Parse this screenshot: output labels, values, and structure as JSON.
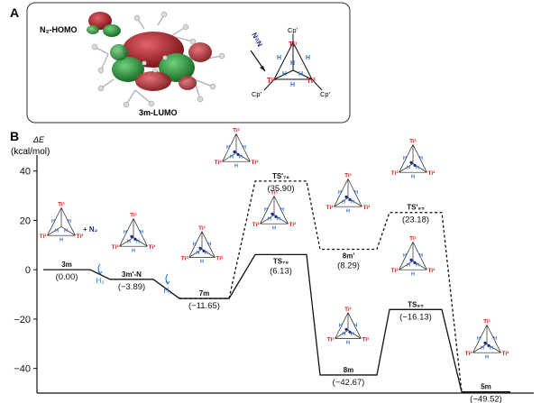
{
  "panel_a": {
    "letter": "A",
    "homo_label": "N₂-HOMO",
    "lumo_label": "3m-LUMO",
    "scheme": {
      "n2": "N≡N",
      "ti1": "Ti¹",
      "ti2": "Ti²",
      "cp": "Cp'",
      "h": "H"
    }
  },
  "panel_b": {
    "letter": "B",
    "y_unit_symbol": "ΔE",
    "y_unit": "(kcal/mol)"
  },
  "colors": {
    "ti": "#d2241a",
    "h": "#2a6fd0",
    "n": "#1b2d8c",
    "orbital_red": "#b3242b",
    "orbital_green": "#2f9e3f",
    "line": "#111111"
  },
  "chart_data": {
    "type": "line",
    "ylabel": "ΔE (kcal/mol)",
    "ylim": [
      -50,
      45
    ],
    "yticks": [
      -40,
      -20,
      0,
      20,
      40
    ],
    "grid": false,
    "h2_label": "H₂",
    "n2_label": "+ N₂",
    "series": [
      {
        "style": "solid",
        "points": [
          {
            "label": "3m",
            "value": "(0.00)",
            "y": 0.0,
            "x": [
              0,
              1
            ]
          },
          {
            "label": "3m'-N",
            "value": "(−3.89)",
            "y": -3.89,
            "x": [
              2,
              3
            ]
          },
          {
            "label": "7m",
            "value": "(−11.65)",
            "y": -11.65,
            "x": [
              4,
              5
            ]
          },
          {
            "label": "TS₇₈",
            "value": "(6.13)",
            "y": 6.13,
            "x": [
              6,
              7
            ]
          },
          {
            "label": "8m",
            "value": "(−42.67)",
            "y": -42.67,
            "x": [
              8,
              9
            ]
          },
          {
            "label": "TS₈₅",
            "value": "(−16.13)",
            "y": -16.13,
            "x": [
              10,
              11
            ]
          },
          {
            "label": "5m",
            "value": "(−49.52)",
            "y": -49.52,
            "x": [
              12,
              13
            ]
          }
        ]
      },
      {
        "style": "dashed",
        "points": [
          {
            "label": "7m",
            "value": "",
            "y": -11.65,
            "x": [
              4,
              5
            ]
          },
          {
            "label": "TS'₇₈",
            "value": "(35.90)",
            "y": 35.9,
            "x": [
              6,
              7
            ]
          },
          {
            "label": "8m'",
            "value": "(8.29)",
            "y": 8.29,
            "x": [
              8,
              9
            ]
          },
          {
            "label": "TS'₈₅",
            "value": "(23.18)",
            "y": 23.18,
            "x": [
              10,
              11
            ]
          },
          {
            "label": "5m",
            "value": "",
            "y": -49.52,
            "x": [
              12,
              13
            ]
          }
        ]
      }
    ]
  }
}
